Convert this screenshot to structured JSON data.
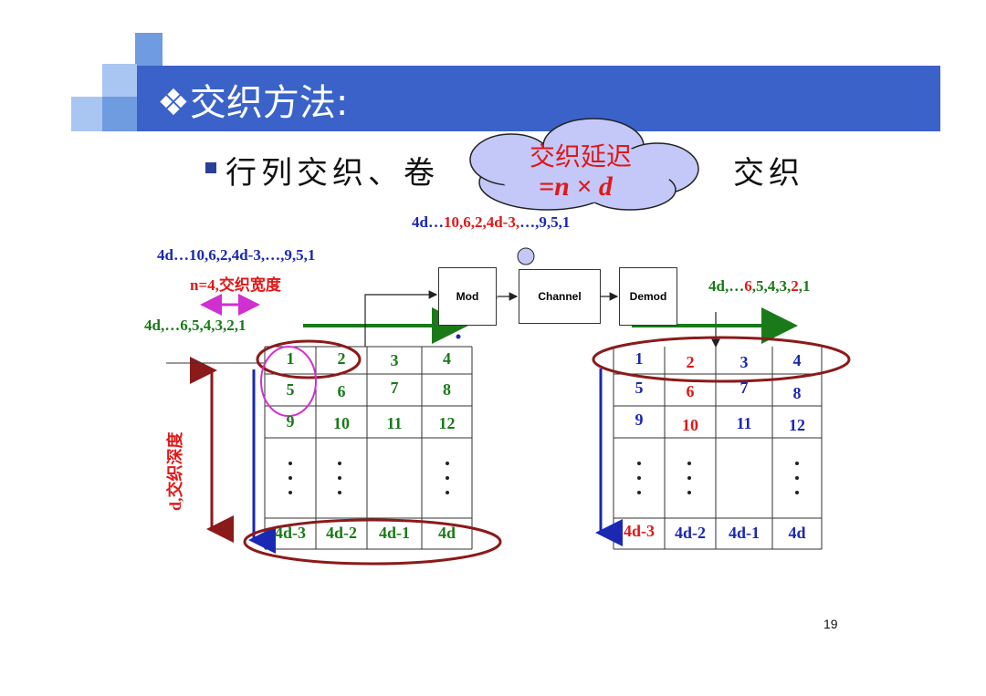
{
  "title": "❖交织方法:",
  "bullet": {
    "text_left": "行列交织、卷",
    "text_right": "交织"
  },
  "cloud": {
    "line1": "交织延迟",
    "line2": "=n × d"
  },
  "top_sequence": {
    "prefix": "4d…",
    "red_part": "10,6,2,4d-3,",
    "suffix": "…,9,5,1"
  },
  "left_sequence": "4d…10,6,2,4d-3,…,9,5,1",
  "width_label": "n=4,交织宽度",
  "input_sequence": "4d,…6,5,4,3,2,1",
  "depth_label": "d,交织深度",
  "blocks": {
    "mod": "Mod",
    "channel": "Channel",
    "demod": "Demod"
  },
  "output_sequence": {
    "a": "4d,…",
    "b": "6",
    "c": ",5,4,3,",
    "d": "2",
    "e": ",1"
  },
  "left_grid": {
    "rows": [
      [
        "1",
        "2",
        "3",
        "4"
      ],
      [
        "5",
        "6",
        "7",
        "8"
      ],
      [
        "9",
        "10",
        "11",
        "12"
      ],
      [
        "4d-3",
        "4d-2",
        "4d-1",
        "4d"
      ]
    ]
  },
  "right_grid": {
    "rows": [
      [
        "1",
        "2",
        "3",
        "4"
      ],
      [
        "5",
        "6",
        "7",
        "8"
      ],
      [
        "9",
        "10",
        "11",
        "12"
      ],
      [
        "4d-3",
        "4d-2",
        "4d-1",
        "4d"
      ]
    ]
  },
  "page_number": "19",
  "colors": {
    "title_bar": "#3a62c8",
    "green": "#1a7a1a",
    "blue": "#1a28b4",
    "red": "#e01818",
    "ellipse": "#8b1a1a",
    "magenta": "#d030d0"
  }
}
